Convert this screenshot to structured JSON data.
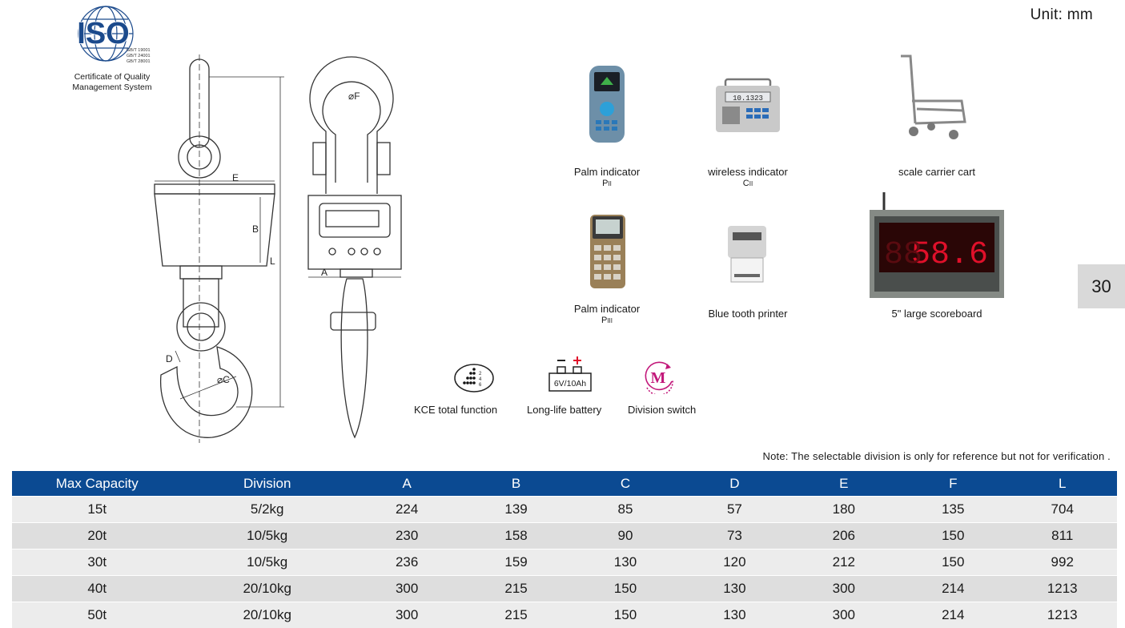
{
  "unit_label": "Unit: mm",
  "iso": {
    "logo_text": "ISO",
    "standards": [
      "GB/T 19001",
      "GB/T 24001",
      "GB/T 28001"
    ],
    "cert_line1": "Certificate of Quality",
    "cert_line2": "Management System"
  },
  "drawing": {
    "labels": {
      "E": "E",
      "B": "B",
      "L": "L",
      "D": "D",
      "C": "⌀C",
      "F": "⌀F",
      "A": "A"
    }
  },
  "accessories": [
    {
      "name": "Palm indicator",
      "model": "P",
      "model_sub": "II",
      "icon": "palm-indicator-icon"
    },
    {
      "name": "wireless indicator",
      "model": "C",
      "model_sub": "II",
      "icon": "wireless-indicator-icon",
      "display": "10.1323"
    },
    {
      "name": "scale carrier cart",
      "icon": "cart-icon"
    },
    {
      "name": "Palm indicator",
      "model": "P",
      "model_sub": "III",
      "icon": "palm-indicator-icon"
    },
    {
      "name": "Blue tooth printer",
      "icon": "printer-icon"
    },
    {
      "name": "5\" large scoreboard",
      "icon": "scoreboard-icon",
      "display": "58.6"
    }
  ],
  "features": [
    {
      "label": "KCE total function",
      "icon": "kce-icon",
      "digits": [
        "2",
        "4",
        "6"
      ]
    },
    {
      "label": "Long-life battery",
      "icon": "battery-icon",
      "text": "6V/10Ah"
    },
    {
      "label": "Division switch",
      "icon": "division-switch-icon",
      "text": "M"
    }
  ],
  "page_number": "30",
  "note": "Note: The selectable division is only for reference but not for verification .",
  "table": {
    "headers": [
      "Max Capacity",
      "Division",
      "A",
      "B",
      "C",
      "D",
      "E",
      "F",
      "L"
    ],
    "rows": [
      [
        "15t",
        "5/2kg",
        "224",
        "139",
        "85",
        "57",
        "180",
        "135",
        "704"
      ],
      [
        "20t",
        "10/5kg",
        "230",
        "158",
        "90",
        "73",
        "206",
        "150",
        "811"
      ],
      [
        "30t",
        "10/5kg",
        "236",
        "159",
        "130",
        "120",
        "212",
        "150",
        "992"
      ],
      [
        "40t",
        "20/10kg",
        "300",
        "215",
        "150",
        "130",
        "300",
        "214",
        "1213"
      ],
      [
        "50t",
        "20/10kg",
        "300",
        "215",
        "150",
        "130",
        "300",
        "214",
        "1213"
      ]
    ]
  },
  "colors": {
    "header_blue": "#0b4a92",
    "row_light": "#ececec",
    "row_dark": "#dedede",
    "accent_red": "#e0102a",
    "accent_magenta": "#c2187a"
  }
}
